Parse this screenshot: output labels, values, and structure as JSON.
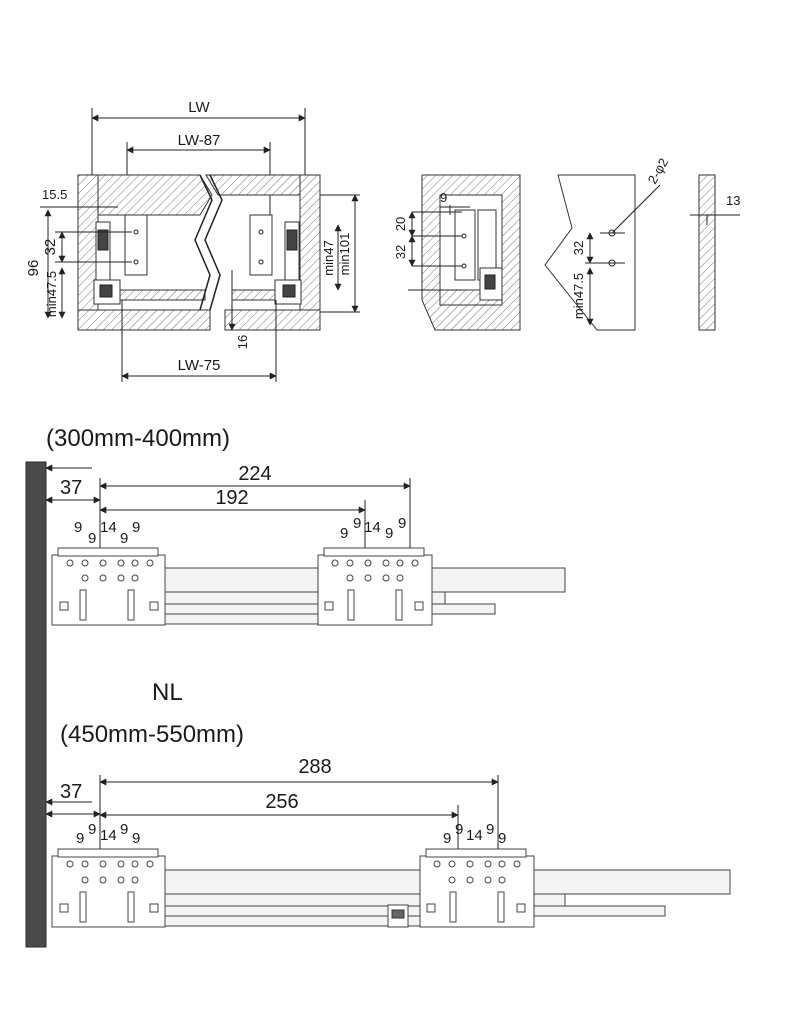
{
  "top_view": {
    "lw": "LW",
    "lw87": "LW-87",
    "lw75": "LW-75",
    "d15_5": "15.5",
    "d96": "96",
    "d32": "32",
    "min47_5": "min47.5",
    "d16": "16",
    "min47": "min47",
    "min101": "min101"
  },
  "side_view": {
    "d9": "9",
    "d20": "20",
    "d32": "32"
  },
  "bracket_view": {
    "phi": "2-φ2",
    "d32": "32",
    "min47_5": "min47.5"
  },
  "edge_view": {
    "d13": "13"
  },
  "slide1": {
    "range": "(300mm-400mm)",
    "d37": "37",
    "d224": "224",
    "d192": "192",
    "left_holes": [
      "9",
      "9",
      "14",
      "9",
      "9"
    ],
    "right_holes": [
      "9",
      "9",
      "14",
      "9",
      "9"
    ]
  },
  "nl_label": "NL",
  "slide2": {
    "range": "(450mm-550mm)",
    "d37": "37",
    "d288": "288",
    "d256": "256",
    "left_holes": [
      "9",
      "9",
      "14",
      "9",
      "9"
    ],
    "right_holes": [
      "9",
      "9",
      "14",
      "9",
      "9"
    ]
  }
}
